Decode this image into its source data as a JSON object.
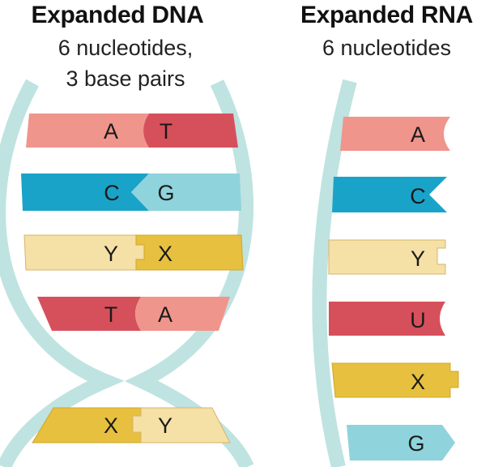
{
  "dna": {
    "title": "Expanded DNA",
    "subtitle_line1": "6 nucleotides,",
    "subtitle_line2": "3 base pairs",
    "pairs": [
      {
        "left": "A",
        "right": "T"
      },
      {
        "left": "C",
        "right": "G"
      },
      {
        "left": "Y",
        "right": "X"
      },
      {
        "left": "T",
        "right": "A"
      },
      {
        "left": "X",
        "right": "Y"
      }
    ]
  },
  "rna": {
    "title": "Expanded RNA",
    "subtitle": "6 nucleotides",
    "bases": [
      "A",
      "C",
      "Y",
      "U",
      "X",
      "G"
    ]
  },
  "colors": {
    "backbone": "#bfe3e1",
    "A": "#f0958c",
    "T": "#d6505c",
    "U": "#d6505c",
    "C": "#1aa3c8",
    "G": "#8fd3dc",
    "Y": "#f5e0a6",
    "X": "#e6c03e"
  }
}
